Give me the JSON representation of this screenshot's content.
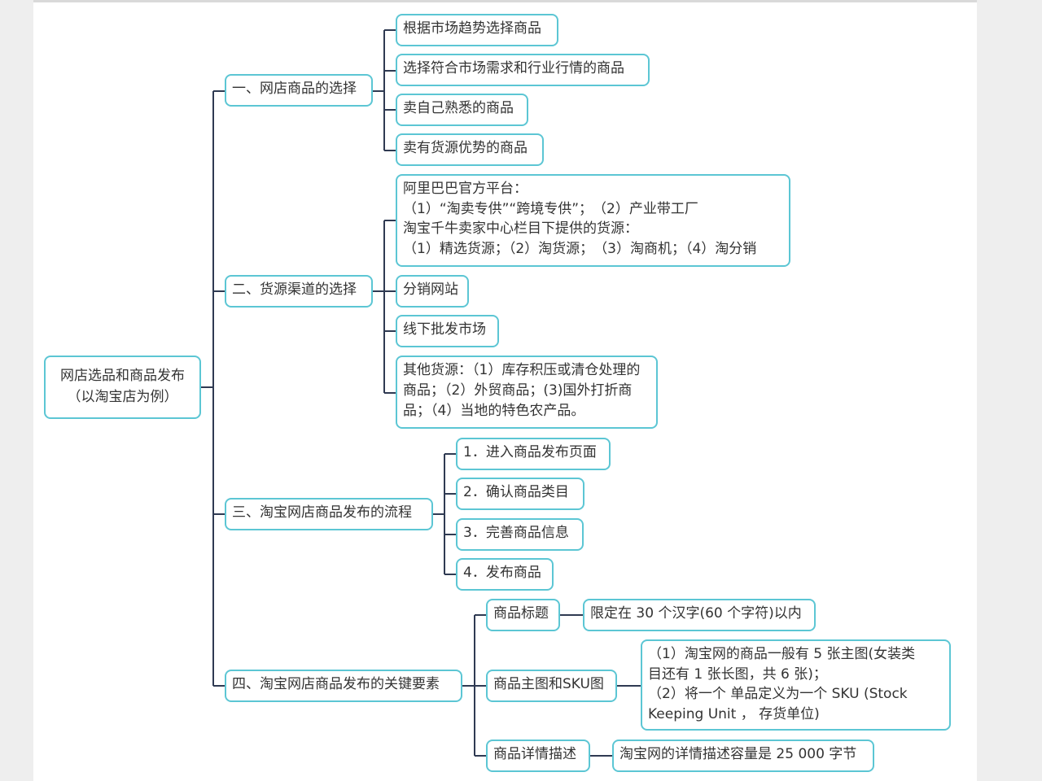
{
  "root": {
    "line1": "网店选品和商品发布",
    "line2": "（以淘宝店为例）"
  },
  "branches": [
    {
      "label": "一、网店商品的选择",
      "children": [
        {
          "lines": [
            "根据市场趋势选择商品"
          ]
        },
        {
          "lines": [
            "选择符合市场需求和行业行情的商品"
          ]
        },
        {
          "lines": [
            "卖自己熟悉的商品"
          ]
        },
        {
          "lines": [
            "卖有货源优势的商品"
          ]
        }
      ]
    },
    {
      "label": "二、货源渠道的选择",
      "children": [
        {
          "lines": [
            "阿里巴巴官方平台：",
            "（1）“淘卖专供”“跨境专供”；　（2）产业带工厂",
            "淘宝千牛卖家中心栏目下提供的货源：",
            "（1）精选货源；（2）淘货源；　（3）淘商机；（4）淘分销"
          ]
        },
        {
          "lines": [
            "分销网站"
          ]
        },
        {
          "lines": [
            "线下批发市场"
          ]
        },
        {
          "lines": [
            "其他货源：（1）库存积压或清仓处理的",
            "商品；（2）外贸商品；(3)国外打折商",
            "品；（4）当地的特色农产品。"
          ]
        }
      ]
    },
    {
      "label": "三、淘宝网店商品发布的流程",
      "children": [
        {
          "lines": [
            "1．进入商品发布页面"
          ]
        },
        {
          "lines": [
            "2．确认商品类目"
          ]
        },
        {
          "lines": [
            "3．完善商品信息"
          ]
        },
        {
          "lines": [
            "4．发布商品"
          ]
        }
      ]
    },
    {
      "label": "四、淘宝网店商品发布的关键要素",
      "children": [
        {
          "label": "商品标题",
          "detail": [
            "限定在 30 个汉字(60 个字符)以内"
          ]
        },
        {
          "label": "商品主图和SKU图",
          "detail": [
            "（1）淘宝网的商品一般有 5 张主图(女装类",
            "目还有 1 张长图，共 6 张)；",
            "（2）将一个 单品定义为一个 SKU (Stock",
            "Keeping Unit ， 存货单位)"
          ]
        },
        {
          "label": "商品详情描述",
          "detail": [
            "淘宝网的详情描述容量是 25 000 字节"
          ]
        }
      ]
    }
  ],
  "colors": {
    "node_border": "#5cc6d4",
    "connector": "#2f3a52",
    "canvas": "#ffffff",
    "page": "#eeeeee"
  }
}
